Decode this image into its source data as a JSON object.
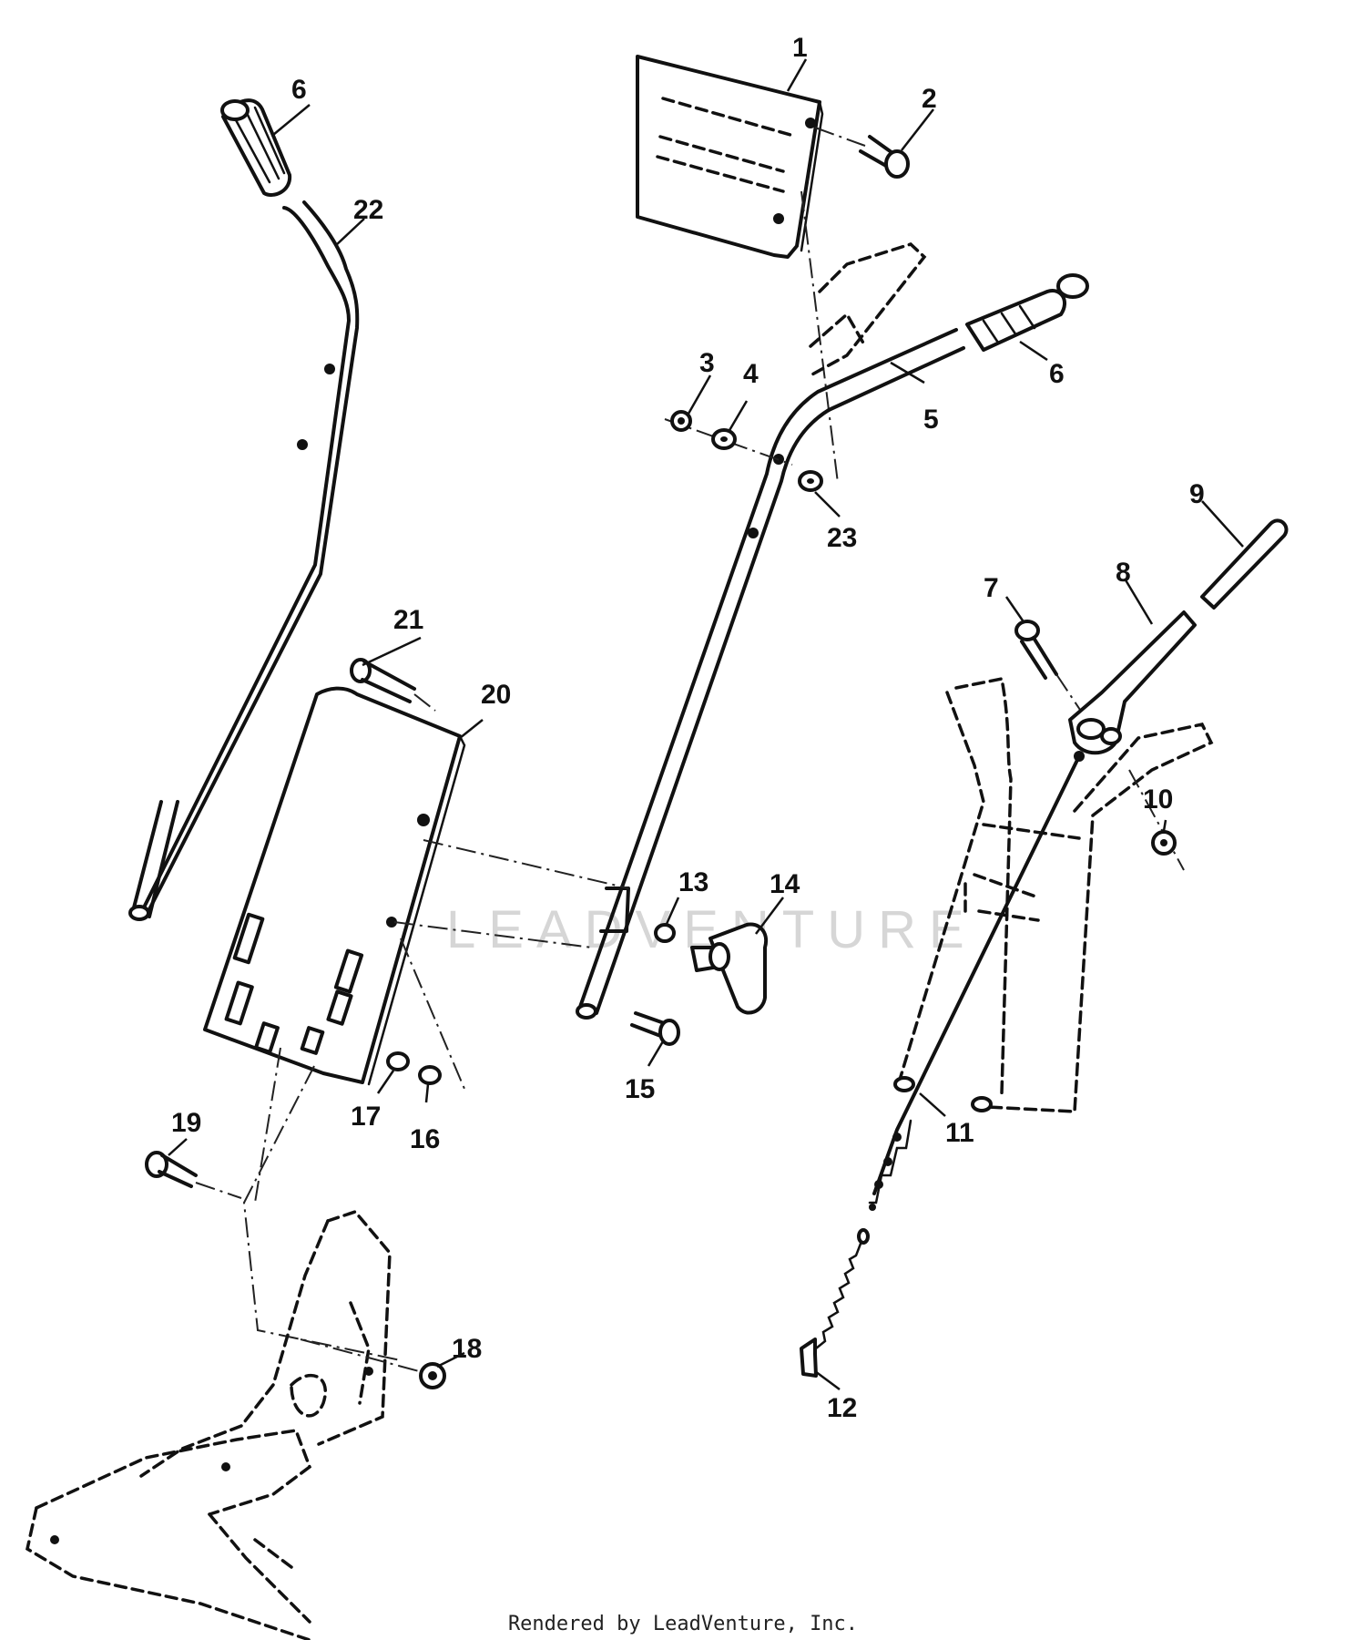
{
  "diagram": {
    "callouts": {
      "c1": "1",
      "c2": "2",
      "c3": "3",
      "c4": "4",
      "c5": "5",
      "c6a": "6",
      "c6b": "6",
      "c7": "7",
      "c8": "8",
      "c9": "9",
      "c10": "10",
      "c11": "11",
      "c12": "12",
      "c13": "13",
      "c14": "14",
      "c15": "15",
      "c16": "16",
      "c17": "17",
      "c18": "18",
      "c19": "19",
      "c20": "20",
      "c21": "21",
      "c22": "22",
      "c23": "23"
    },
    "watermark": "LEADVENTURE"
  },
  "footer": {
    "text": "Rendered by LeadVenture, Inc."
  }
}
